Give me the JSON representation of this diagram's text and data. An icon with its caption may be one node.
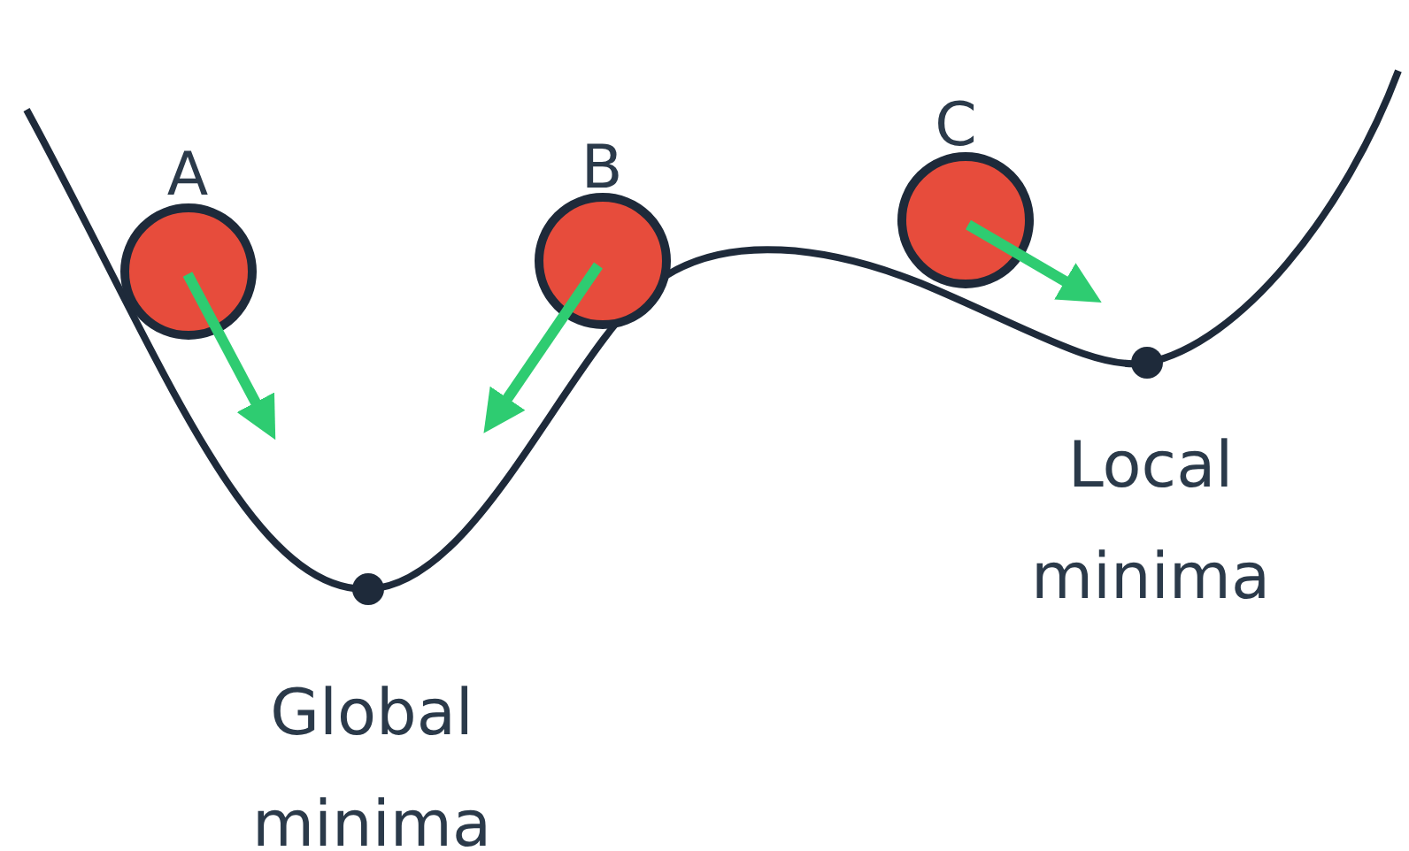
{
  "diagram": {
    "nodes": [
      {
        "text": [],
        "shape": "circle",
        "beside": [
          "A"
        ]
      },
      {
        "text": [],
        "shape": "circle",
        "beside": [
          "B"
        ]
      },
      {
        "text": [],
        "shape": "circle",
        "beside": [
          "C"
        ]
      },
      {
        "text": [],
        "shape": "circle",
        "beside": [
          "Global minima"
        ]
      },
      {
        "text": [],
        "shape": "circle",
        "beside": [
          "Local minima"
        ]
      }
    ]
  }
}
